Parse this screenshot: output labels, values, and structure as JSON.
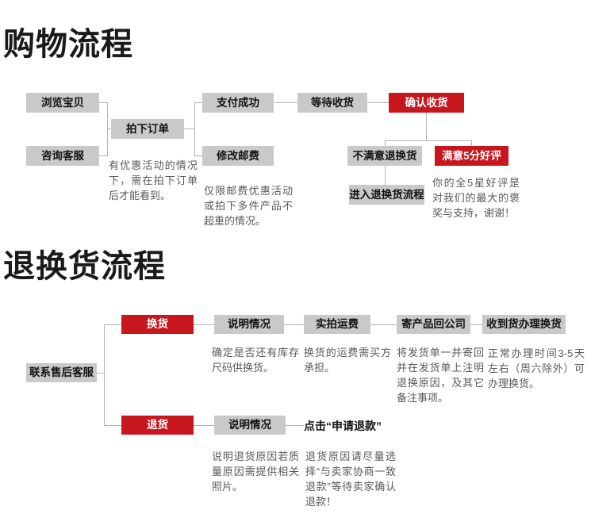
{
  "colors": {
    "background": "#ffffff",
    "red_accent": "#c8161e",
    "gray_box": "#c9c9c9",
    "box_text": "#111111",
    "title_text": "#1a1a1a",
    "note_text": "#595959",
    "connector_line": "#b5b5b5"
  },
  "shopping": {
    "title": "购物流程",
    "nodes": {
      "browse": "浏览宝贝",
      "consult": "咨询客服",
      "order": "拍下订单",
      "pay": "支付成功",
      "postage": "修改邮费",
      "wait": "等待收货",
      "confirm": "确认收货",
      "unsatisfied": "不满意退换货",
      "satisfied": "满意5分好评",
      "enter_return": "进入退换货流程"
    },
    "notes": {
      "order_note": "有优惠活动的情况下，需在拍下订单后才能看到。",
      "postage_note": "仅限邮费优惠活动或拍下多件产品不超重的情况。",
      "praise_note": "你的全5星好评是对我们的最大的褒奖与支持，谢谢！"
    }
  },
  "returns": {
    "title": "退换货流程",
    "nodes": {
      "contact": "联系售后客服",
      "exchange": "换货",
      "refund": "退货",
      "explain_exchange": "说明情况",
      "shipping": "实拍运费",
      "send_back": "寄产品回公司",
      "handle": "收到货办理换货",
      "explain_refund": "说明情况",
      "apply_refund": "点击“申请退款”"
    },
    "notes": {
      "explain_exchange_note": "确定是否还有库存尺码供换货。",
      "shipping_note": "换货的运费需买方承担。",
      "send_back_note": "将发货单一并寄回并在发货单上注明退换原因，及其它备注事项。",
      "handle_note": "正常办理时间3-5天左右（周六除外）可办理换货。",
      "explain_refund_note": "说明退货原因若质量原因需提供相关照片。",
      "apply_refund_note": "退货原因请尽量选择“与卖家协商一致退款”等待卖家确认退款！"
    }
  }
}
